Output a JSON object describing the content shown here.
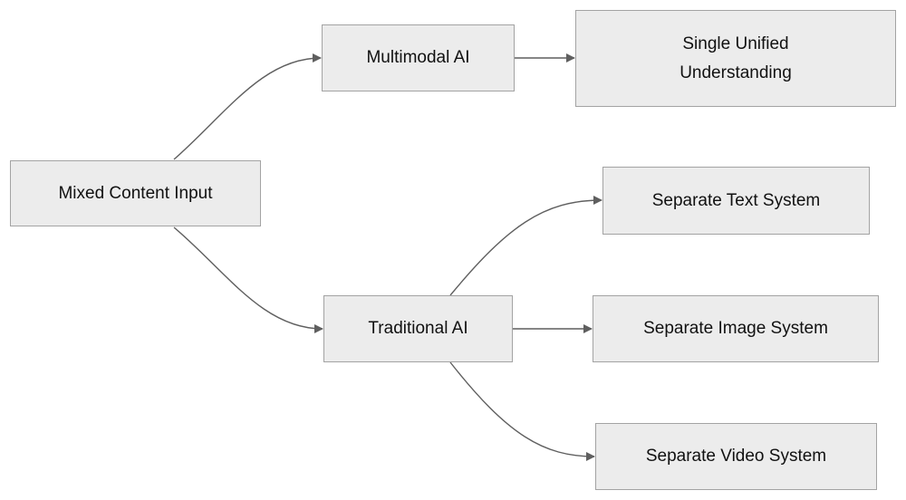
{
  "nodes": {
    "mixed_content_input": "Mixed Content Input",
    "multimodal_ai": "Multimodal AI",
    "single_unified_understanding": "Single Unified\nUnderstanding",
    "traditional_ai": "Traditional AI",
    "separate_text_system": "Separate Text System",
    "separate_image_system": "Separate Image System",
    "separate_video_system": "Separate Video System"
  },
  "edges": [
    {
      "from": "Mixed Content Input",
      "to": "Multimodal AI"
    },
    {
      "from": "Mixed Content Input",
      "to": "Traditional AI"
    },
    {
      "from": "Multimodal AI",
      "to": "Single Unified Understanding"
    },
    {
      "from": "Traditional AI",
      "to": "Separate Text System"
    },
    {
      "from": "Traditional AI",
      "to": "Separate Image System"
    },
    {
      "from": "Traditional AI",
      "to": "Separate Video System"
    }
  ],
  "colors": {
    "node_fill": "#ececec",
    "node_border": "#a3a3a3",
    "edge": "#5f5f5f",
    "text": "#111111"
  }
}
